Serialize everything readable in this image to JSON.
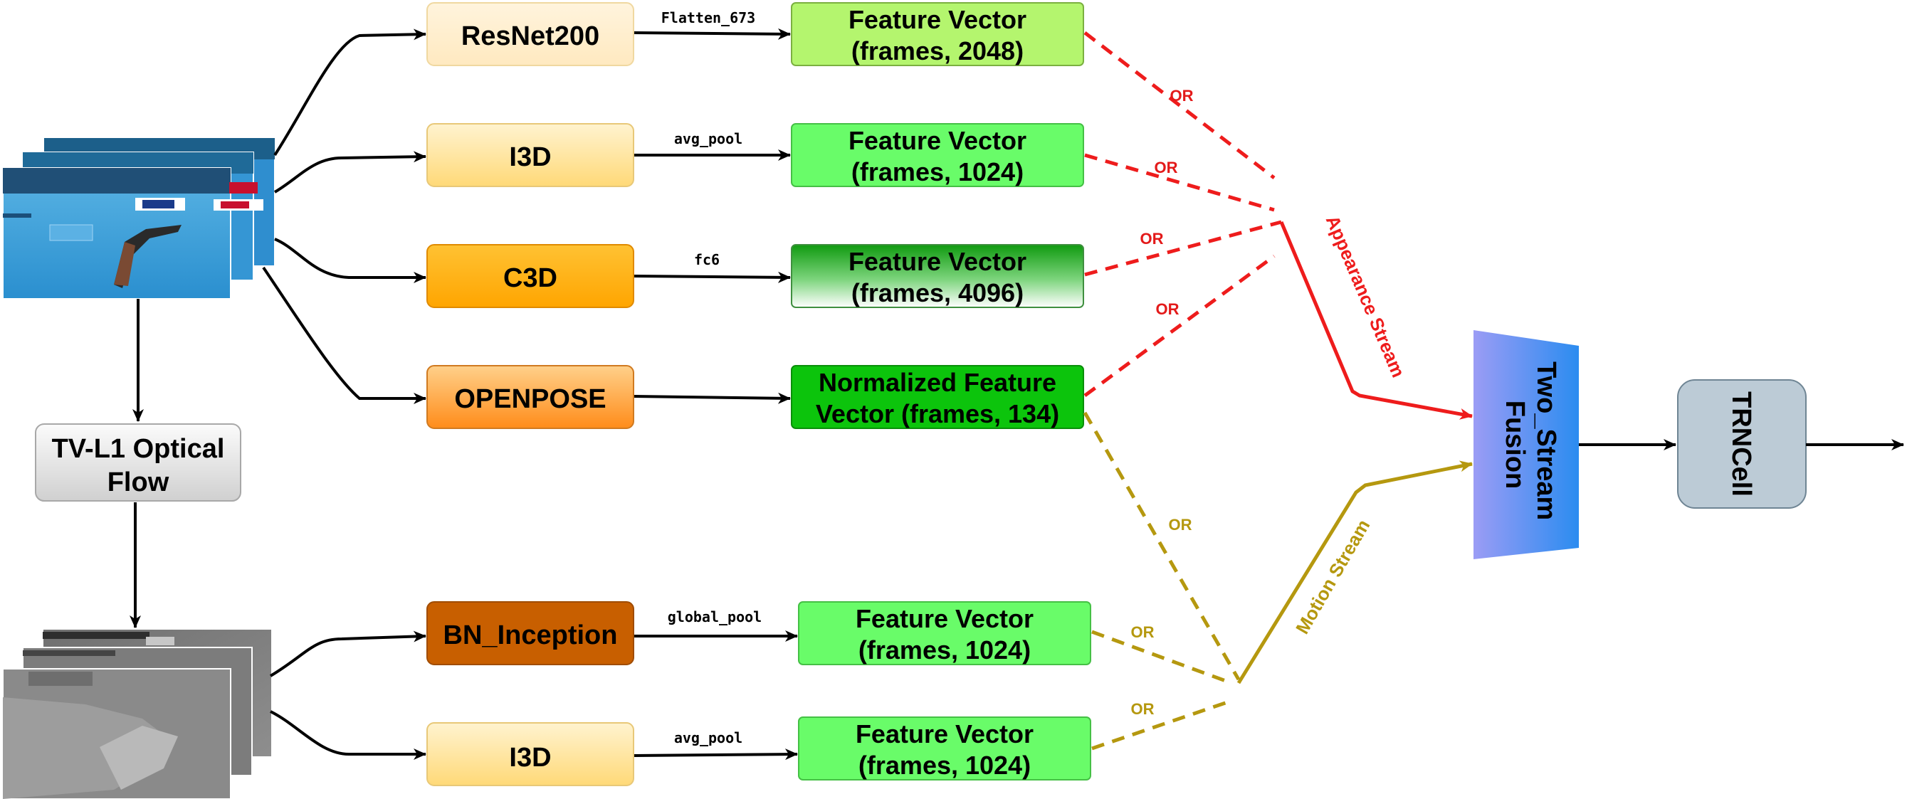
{
  "colors": {
    "red_stream": "#ee1c1c",
    "motion_stream": "#b5980f",
    "arrow": "#000000"
  },
  "models": {
    "resnet": "ResNet200",
    "i3d_rgb": "I3D",
    "c3d": "C3D",
    "openpose": "OPENPOSE",
    "bn_inception": "BN_Inception",
    "i3d_flow": "I3D"
  },
  "layers": {
    "resnet": "Flatten_673",
    "i3d_rgb": "avg_pool",
    "c3d": "fc6",
    "bn_inception": "global_pool",
    "i3d_flow": "avg_pool"
  },
  "features": {
    "f1": [
      "Feature Vector",
      "(frames, 2048)"
    ],
    "f2": [
      "Feature Vector",
      "(frames, 1024)"
    ],
    "f3": [
      "Feature Vector",
      "(frames, 4096)"
    ],
    "f4": [
      "Normalized Feature",
      "Vector (frames, 134)"
    ],
    "f5": [
      "Feature Vector",
      "(frames, 1024)"
    ],
    "f6": [
      "Feature Vector",
      "(frames, 1024)"
    ]
  },
  "optical_flow": [
    "TV-L1 Optical",
    "Flow"
  ],
  "fusion": [
    "Two_Stream",
    "Fusion"
  ],
  "trn": "TRNCell",
  "or_label": "OR",
  "appearance_stream": "Appearance Stream",
  "motion_stream": "Motion Stream",
  "icons": {
    "rgb_frames": "video-frames-stack",
    "flow_frames": "optical-flow-frames-stack"
  }
}
